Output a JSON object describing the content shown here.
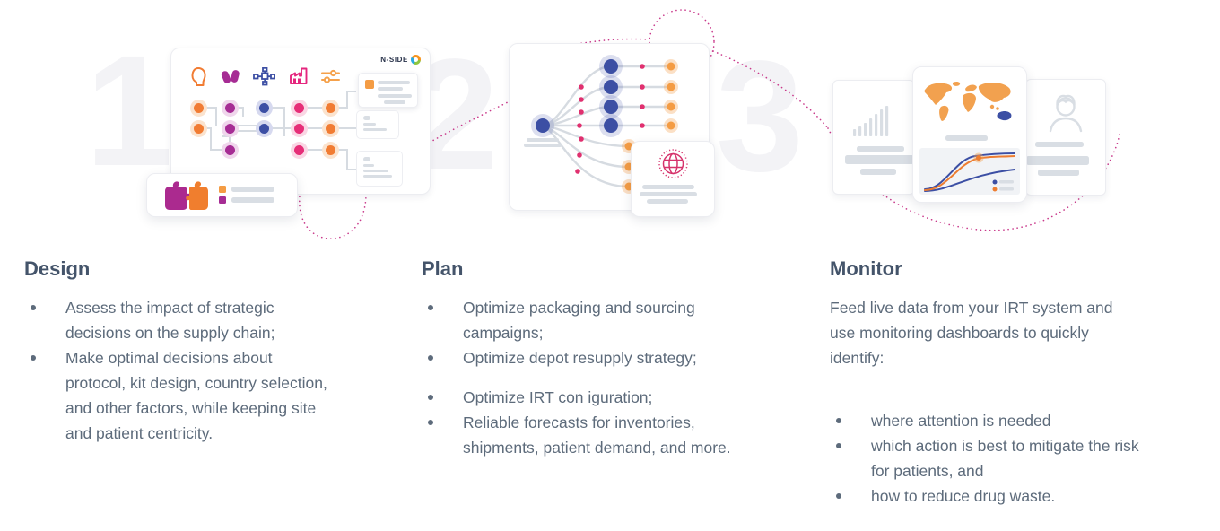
{
  "brand": {
    "logo_text": "N-SIDE"
  },
  "sections": [
    {
      "number": "1",
      "heading": "Design",
      "bullets": [
        "Assess the impact of strategic decisions on the supply chain;",
        "Make optimal decisions about protocol, kit design, country selection, and other factors, while keeping site and patient centricity."
      ],
      "illustration_icons": [
        "head-icon",
        "pills-icon",
        "sitemap-icon",
        "factory-icon",
        "sliders-icon",
        "puzzle-icon"
      ]
    },
    {
      "number": "2",
      "heading": "Plan",
      "bullets": [
        "Optimize packaging and sourcing campaigns;",
        "Optimize depot resupply strategy;",
        "Optimize IRT con iguration;",
        "Reliable forecasts for inventories, shipments, patient demand, and more."
      ],
      "illustration_icons": [
        "network-fanout",
        "globe-icon"
      ]
    },
    {
      "number": "3",
      "heading": "Monitor",
      "intro": "Feed live data from your IRT system and use monitoring dashboards to quickly identify:",
      "bullets": [
        "where attention is needed",
        "which action is best to mitigate the risk for patients, and",
        "how to reduce drug waste."
      ],
      "illustration_icons": [
        "bar-chart-icon",
        "world-map",
        "s-curve-chart",
        "avatar-icon"
      ]
    }
  ],
  "colors": {
    "accent_orange": "#F17C33",
    "accent_purple": "#A62C94",
    "accent_indigo": "#3C4FA4",
    "accent_pink": "#E62E78",
    "dotted_line": "#C9398B",
    "heading_text": "#44546A",
    "body_text": "#5D6B7B",
    "placeholder_gray": "#D9DEE4",
    "faded_number": "#F3F3F6"
  }
}
